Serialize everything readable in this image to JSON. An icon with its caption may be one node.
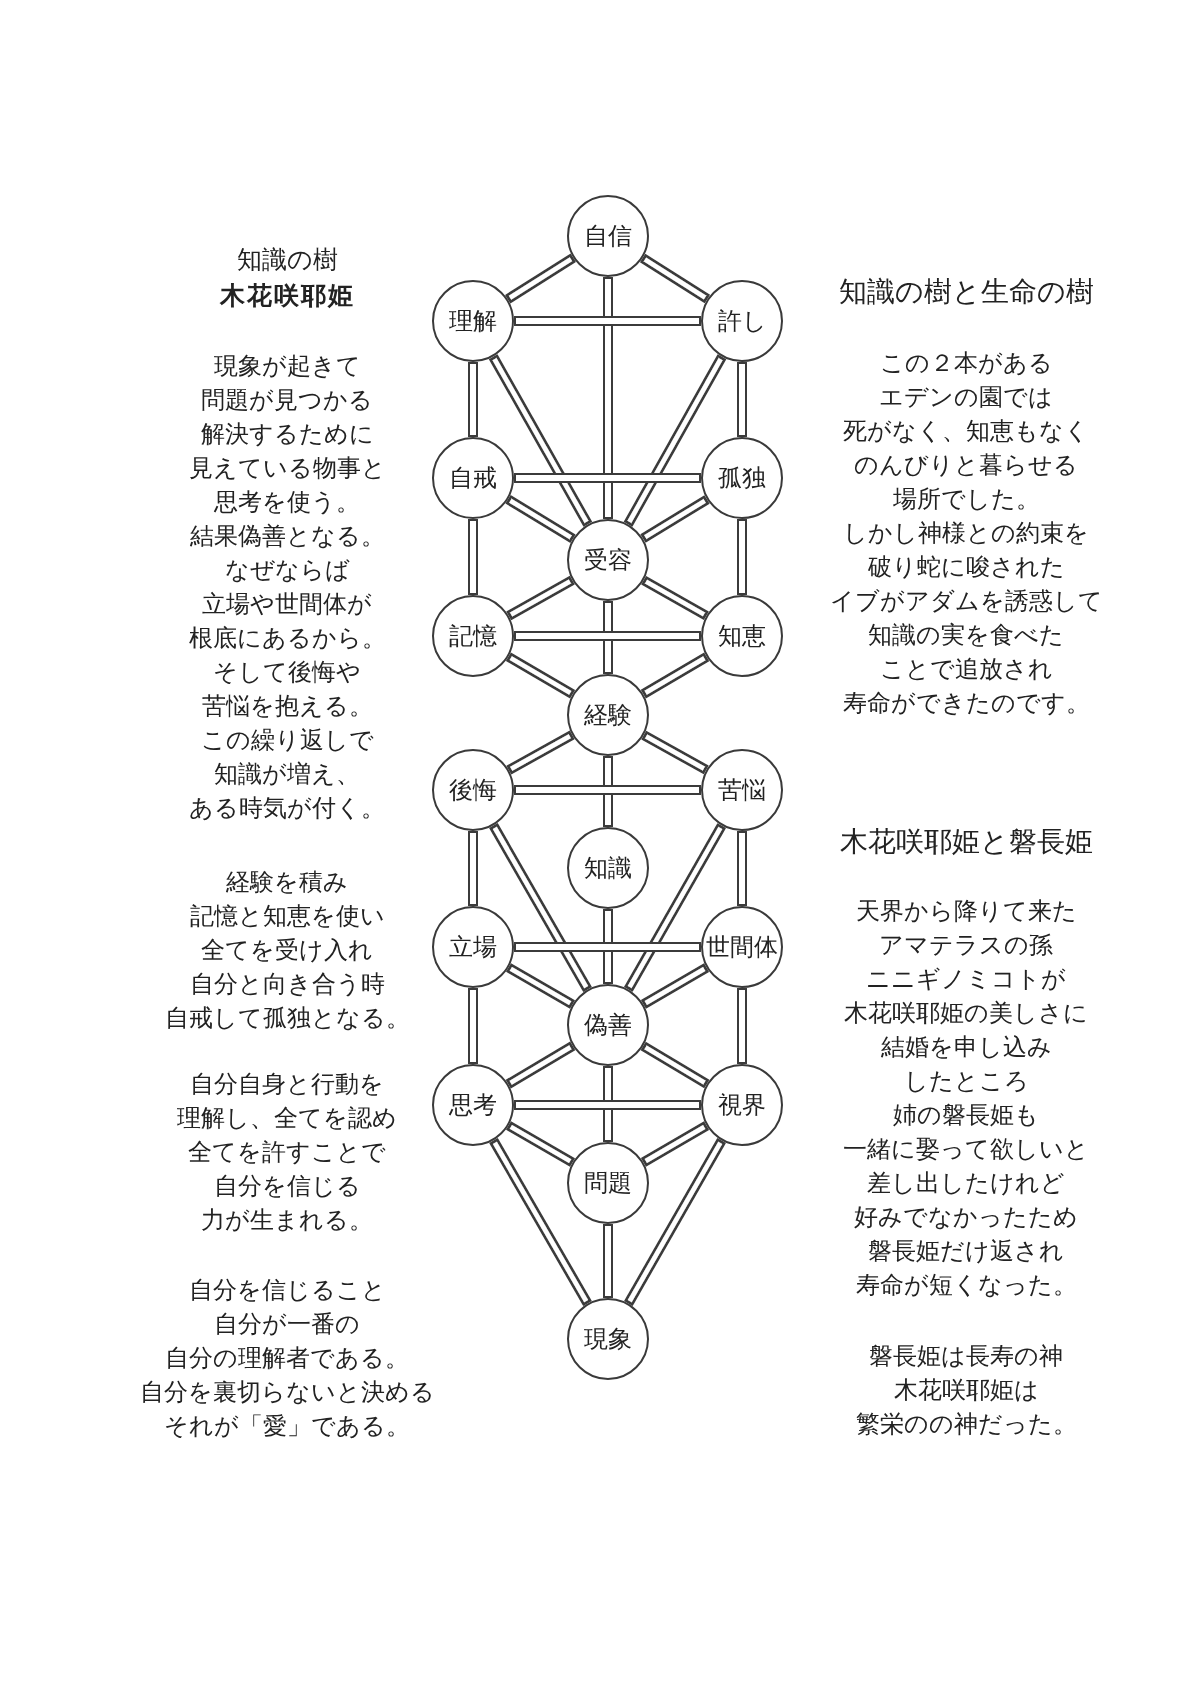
{
  "diagram": {
    "nodes": [
      {
        "text": [
          "自信"
        ]
      },
      {
        "text": [
          "理解"
        ]
      },
      {
        "text": [
          "許し"
        ]
      },
      {
        "text": [
          "自戒"
        ]
      },
      {
        "text": [
          "孤独"
        ]
      },
      {
        "text": [
          "受容"
        ]
      },
      {
        "text": [
          "記憶"
        ]
      },
      {
        "text": [
          "知恵"
        ]
      },
      {
        "text": [
          "経験"
        ]
      },
      {
        "text": [
          "後悔"
        ]
      },
      {
        "text": [
          "苦悩"
        ]
      },
      {
        "text": [
          "知識"
        ]
      },
      {
        "text": [
          "立場"
        ]
      },
      {
        "text": [
          "世間体"
        ]
      },
      {
        "text": [
          "偽善"
        ]
      },
      {
        "text": [
          "思考"
        ]
      },
      {
        "text": [
          "視界"
        ]
      },
      {
        "text": [
          "問題"
        ]
      },
      {
        "text": [
          "現象"
        ]
      }
    ],
    "edges": [
      {
        "from": 0,
        "to": 1,
        "arrow": "none"
      },
      {
        "from": 0,
        "to": 2,
        "arrow": "none"
      },
      {
        "from": 0,
        "to": 5,
        "arrow": "none"
      },
      {
        "from": 1,
        "to": 2,
        "arrow": "none"
      },
      {
        "from": 1,
        "to": 3,
        "arrow": "none"
      },
      {
        "from": 1,
        "to": 5,
        "arrow": "none"
      },
      {
        "from": 2,
        "to": 4,
        "arrow": "none"
      },
      {
        "from": 2,
        "to": 5,
        "arrow": "none"
      },
      {
        "from": 3,
        "to": 4,
        "arrow": "none"
      },
      {
        "from": 3,
        "to": 5,
        "arrow": "none"
      },
      {
        "from": 4,
        "to": 5,
        "arrow": "none"
      },
      {
        "from": 3,
        "to": 6,
        "arrow": "none"
      },
      {
        "from": 4,
        "to": 7,
        "arrow": "none"
      },
      {
        "from": 5,
        "to": 6,
        "arrow": "none"
      },
      {
        "from": 5,
        "to": 7,
        "arrow": "none"
      },
      {
        "from": 5,
        "to": 8,
        "arrow": "none"
      },
      {
        "from": 6,
        "to": 7,
        "arrow": "none"
      },
      {
        "from": 6,
        "to": 8,
        "arrow": "none"
      },
      {
        "from": 7,
        "to": 8,
        "arrow": "none"
      },
      {
        "from": 8,
        "to": 9,
        "arrow": "none"
      },
      {
        "from": 8,
        "to": 10,
        "arrow": "none"
      },
      {
        "from": 8,
        "to": 11,
        "arrow": "none"
      },
      {
        "from": 9,
        "to": 10,
        "arrow": "none"
      },
      {
        "from": 9,
        "to": 12,
        "arrow": "none"
      },
      {
        "from": 9,
        "to": 14,
        "arrow": "none"
      },
      {
        "from": 10,
        "to": 13,
        "arrow": "none"
      },
      {
        "from": 10,
        "to": 14,
        "arrow": "none"
      },
      {
        "from": 11,
        "to": 14,
        "arrow": "none"
      },
      {
        "from": 12,
        "to": 13,
        "arrow": "none"
      },
      {
        "from": 12,
        "to": 14,
        "arrow": "none"
      },
      {
        "from": 13,
        "to": 14,
        "arrow": "none"
      },
      {
        "from": 12,
        "to": 15,
        "arrow": "none"
      },
      {
        "from": 13,
        "to": 16,
        "arrow": "none"
      },
      {
        "from": 14,
        "to": 15,
        "arrow": "none"
      },
      {
        "from": 14,
        "to": 16,
        "arrow": "none"
      },
      {
        "from": 14,
        "to": 17,
        "arrow": "none"
      },
      {
        "from": 15,
        "to": 16,
        "arrow": "none"
      },
      {
        "from": 15,
        "to": 17,
        "arrow": "none"
      },
      {
        "from": 16,
        "to": 17,
        "arrow": "none"
      },
      {
        "from": 15,
        "to": 18,
        "arrow": "none"
      },
      {
        "from": 17,
        "to": 18,
        "arrow": "none"
      },
      {
        "from": 16,
        "to": 18,
        "arrow": "none"
      }
    ],
    "labels": [
      "知識の樹",
      "木花咲耶姫",
      "現象が起きて",
      "問題が見つかる",
      "解決するために",
      "見えている物事と",
      "思考を使う。",
      "結果偽善となる。",
      "なぜならば",
      "立場や世間体が",
      "根底にあるから。",
      "そして後悔や",
      "苦悩を抱える。",
      "この繰り返しで",
      "知識が増え、",
      "ある時気が付く。",
      "経験を積み",
      "記憶と知恵を使い",
      "全てを受け入れ",
      "自分と向き合う時",
      "自戒して孤独となる。",
      "自分自身と行動を",
      "理解し、全てを認め",
      "全てを許すことで",
      "自分を信じる",
      "力が生まれる。",
      "自分を信じること",
      "自分が一番の",
      "自分の理解者である。",
      "自分を裏切らないと決める",
      "それが「愛」である。",
      "知識の樹と生命の樹",
      "この２本がある",
      "エデンの園では",
      "死がなく、知恵もなく",
      "のんびりと暮らせる",
      "場所でした。",
      "しかし神様との約束を",
      "破り蛇に唆された",
      "イブがアダムを誘惑して",
      "知識の実を食べた",
      "ことで追放され",
      "寿命ができたのです。",
      "木花咲耶姫と磐長姫",
      "天界から降りて来た",
      "アマテラスの孫",
      "ニニギノミコトが",
      "木花咲耶姫の美しさに",
      "結婚を申し込み",
      "したところ",
      "姉の磐長姫も",
      "一緒に娶って欲しいと",
      "差し出したけれど",
      "好みでなかったため",
      "磐長姫だけ返され",
      "寿命が短くなった。",
      "磐長姫は長寿の神",
      "木花咲耶姫は",
      "繁栄のの神だった。"
    ]
  }
}
